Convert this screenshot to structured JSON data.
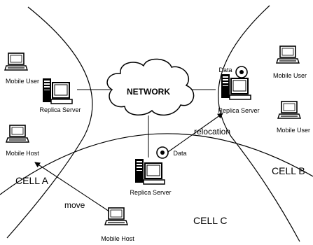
{
  "network": {
    "label": "NETWORK"
  },
  "cells": {
    "a": "CELL A",
    "b": "CELL B",
    "c": "CELL C"
  },
  "replica_servers": {
    "left": "Replica Server",
    "right": "Replica Server",
    "bottom": "Replica Server"
  },
  "data_labels": {
    "right": "Data",
    "bottom": "Data"
  },
  "mobile_users": {
    "left": "Mobile User",
    "right_top": "Mobile User",
    "right_bottom": "Mobile User"
  },
  "mobile_hosts": {
    "left": "Mobile Host",
    "bottom": "Mobile Host"
  },
  "arrows": {
    "relocation": "relocation",
    "move": "move"
  }
}
